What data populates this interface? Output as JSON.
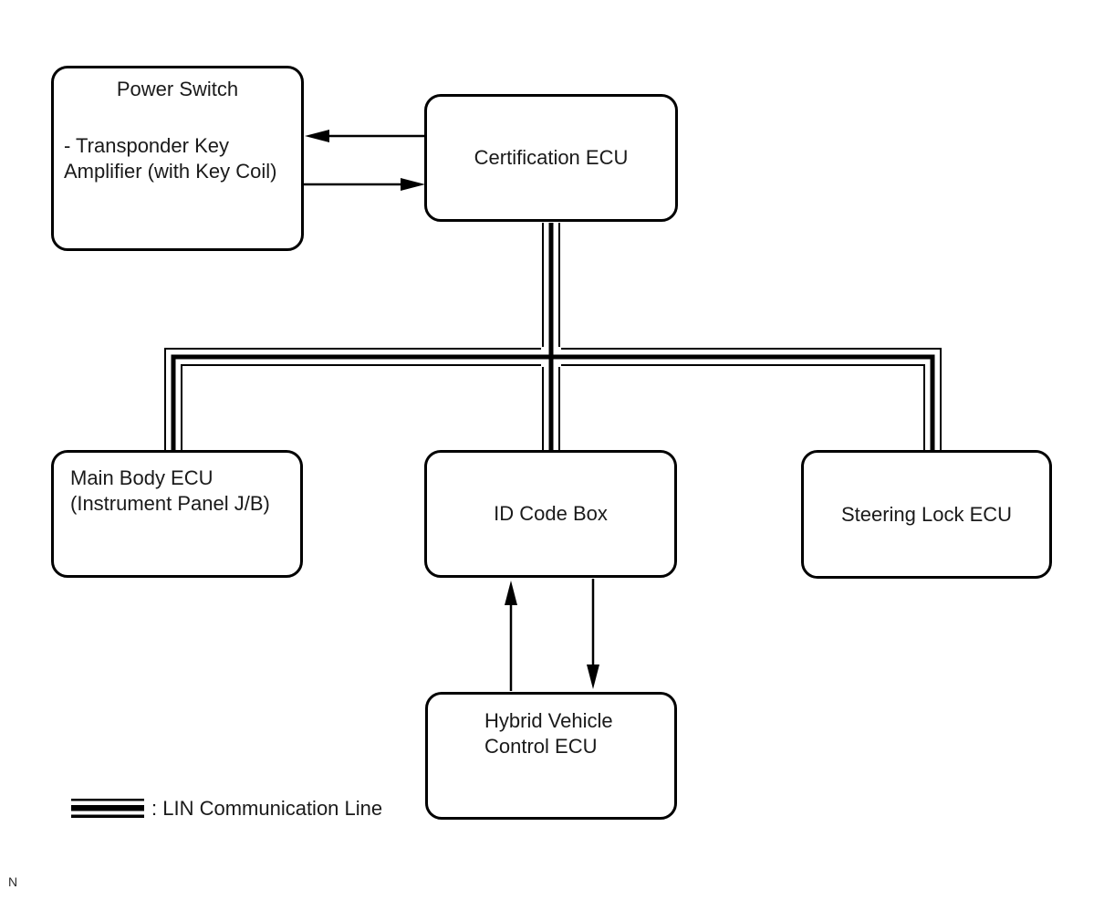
{
  "page": {
    "background": "#ffffff",
    "corner_mark": "N"
  },
  "diagram": {
    "type": "block-communication-diagram",
    "line_color": "#000000",
    "boxes": {
      "power_switch": {
        "title": "Power Switch",
        "line1": "- Transponder Key",
        "line2": "Amplifier (with Key Coil)"
      },
      "certification_ecu": {
        "label": "Certification ECU"
      },
      "main_body_ecu": {
        "line1": "Main Body ECU",
        "line2": "(Instrument Panel J/B)"
      },
      "id_code_box": {
        "label": "ID Code Box"
      },
      "steering_lock_ecu": {
        "label": "Steering Lock ECU"
      },
      "hybrid_vehicle_control_ecu": {
        "line1": "Hybrid Vehicle",
        "line2": "Control ECU"
      }
    },
    "connections": [
      {
        "from": "certification_ecu",
        "to": "power_switch",
        "style": "single-arrow"
      },
      {
        "from": "power_switch",
        "to": "certification_ecu",
        "style": "single-arrow"
      },
      {
        "from": "certification_ecu",
        "to": "main_body_ecu",
        "style": "lin-communication-line"
      },
      {
        "from": "certification_ecu",
        "to": "id_code_box",
        "style": "lin-communication-line"
      },
      {
        "from": "certification_ecu",
        "to": "steering_lock_ecu",
        "style": "lin-communication-line"
      },
      {
        "from": "hybrid_vehicle_control_ecu",
        "to": "id_code_box",
        "style": "single-arrow"
      },
      {
        "from": "id_code_box",
        "to": "hybrid_vehicle_control_ecu",
        "style": "single-arrow"
      }
    ],
    "legend": {
      "label": ": LIN Communication Line"
    }
  }
}
